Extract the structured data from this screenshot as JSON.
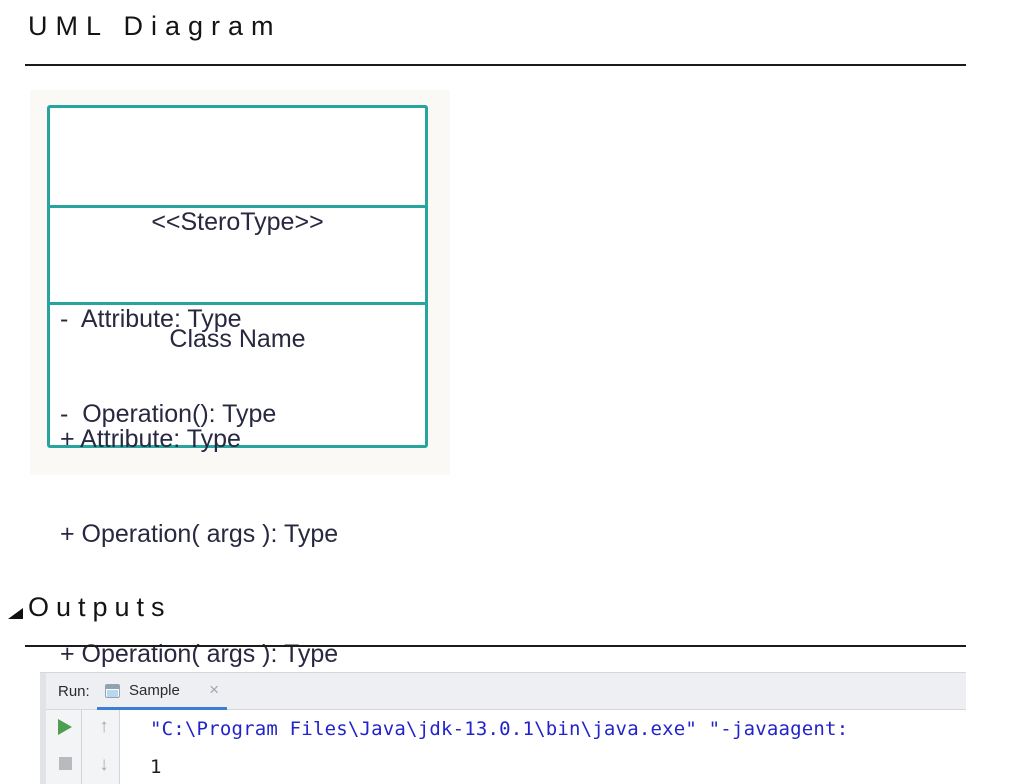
{
  "page": {
    "title": "UML Diagram"
  },
  "uml": {
    "stereotype": "<<SteroType>>",
    "class_name": "Class Name",
    "attributes": [
      "-  Attribute: Type",
      "+ Attribute: Type"
    ],
    "operations": [
      "-  Operation(): Type",
      "+ Operation( args ): Type",
      "+ Operation( args ): Type"
    ],
    "colors": {
      "border": "#27a49e",
      "text": "#282840",
      "figure_background": "#faf9f6"
    }
  },
  "sections": {
    "outputs": {
      "title": "Outputs"
    }
  },
  "run_panel": {
    "label": "Run:",
    "tab": {
      "label": "Sample",
      "close_glyph": "×"
    },
    "icons": {
      "play": "play-icon",
      "stop": "stop-icon",
      "up": "↑",
      "down": "↓",
      "console_tab": "console-icon"
    },
    "console_lines": [
      {
        "text": "\"C:\\Program Files\\Java\\jdk-13.0.1\\bin\\java.exe\" \"-javaagent:",
        "color": "#2323cb"
      },
      {
        "text": "1",
        "color": "#1a1a1a"
      }
    ],
    "colors": {
      "active_tab_underline": "#3c7ed2",
      "play_green": "#4d9e50",
      "tabbar_background": "#edeff3"
    }
  }
}
